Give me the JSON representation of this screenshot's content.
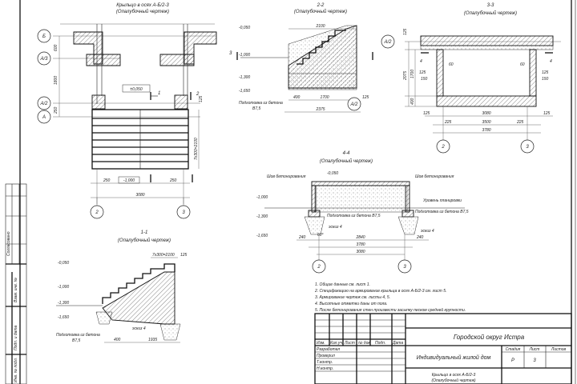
{
  "plan": {
    "title": "Крыльцо в осях А-Б/2-3",
    "subtitle": "(Опалубочный чертеж)",
    "axes": {
      "b": "Б",
      "a3": "А/3",
      "a2": "А/2",
      "a": "А",
      "c2": "2",
      "c3": "3"
    },
    "level_top": "±0,050",
    "level_bottom": "-1,000",
    "dims": {
      "d600": "600",
      "d1800": "1800",
      "d250": "250",
      "d250b": "250",
      "d250c": "250",
      "d3080": "3080",
      "stairs": "7х300=2100",
      "d125": "125"
    },
    "cut1": "1",
    "cut2": "2"
  },
  "section22": {
    "title": "2-2",
    "subtitle": "(Опалубочный чертеж)",
    "levels": [
      "-0,050",
      "-1,000",
      "-1,300",
      "-1,650"
    ],
    "dims": [
      "2100",
      "400",
      "1700",
      "2375",
      "125"
    ],
    "note": "Подготовка из бетона",
    "note2": "B7,5",
    "axis": "А/2",
    "cut": "3"
  },
  "section33": {
    "title": "3-3",
    "subtitle": "(Опалубочный чертеж)",
    "axis": "А/2",
    "axes": [
      "2",
      "3"
    ],
    "dims": {
      "top": "125",
      "h1": "2075",
      "h2": "1700",
      "h3": "400",
      "w1": "3080",
      "w2": "3500",
      "w3": "3780",
      "s1": "125",
      "s2": "225",
      "s3": "225",
      "s4": "125",
      "l1": "125",
      "l2": "150",
      "l3": "60",
      "r1": "125",
      "r2": "150",
      "r3": "60"
    },
    "cut": "4"
  },
  "section44": {
    "title": "4-4",
    "subtitle": "(Опалубочный чертеж)",
    "joint_left": "Шов бетонирования",
    "joint_right": "Шов бетонирования",
    "level_top": "-0,050",
    "levels": [
      "-1,000",
      "-1,300",
      "-1,650"
    ],
    "grade": "Уровень планировки",
    "prep_left": "Подготовка из бетона B7,5",
    "prep_right": "Подготовка из бетона B7,5",
    "fill": "эскиз 4",
    "dims": [
      "240",
      "2840",
      "240",
      "3780",
      "3080"
    ],
    "angle": "60°",
    "axes": [
      "2",
      "3"
    ]
  },
  "section11": {
    "title": "1-1",
    "subtitle": "(Опалубочный чертеж)",
    "stairs": "7х300=2100",
    "levels": [
      "-0,050",
      "-1,000",
      "-1,300",
      "-1,650"
    ],
    "dims": [
      "400",
      "1935",
      "125"
    ],
    "note": "Подготовка из бетона",
    "note2": "B7,5",
    "fill": "эскиз 4"
  },
  "notes": [
    "1.  Общие данные см. лист 1.",
    "2.  Спецификацию на армирование крыльца в осях А-Б/2-3  см. лист 5.",
    "3.  Армирование чертеж см. листы 4, 5.",
    "4.  Высотные отметки даны от пола.",
    "5.  После бетонирования стен произвести засыпку песком средней крупности."
  ],
  "title_block": {
    "org": "Городской округ Истра",
    "project": "Индивидуальный жилой дом",
    "sheet_title_1": "Крыльцо в осях А-Б/2-3",
    "sheet_title_2": "(Опалубочный чертеж)",
    "headers": [
      "Изм.",
      "Кол.уч.",
      "Лист",
      "№ док.",
      "Подп.",
      "Дата"
    ],
    "roles": [
      "Разработал",
      "Проверил",
      "Т.контр.",
      "Н.контр."
    ],
    "stage_label": "Стадия",
    "sheet_label": "Лист",
    "sheets_label": "Листов",
    "stage": "Р",
    "sheet": "3"
  },
  "side_stamps": {
    "agreed": "Согласовано",
    "replaced": "Взам. инв. №",
    "sign_date": "Подп. и дата",
    "inv": "Инв. № подл."
  }
}
